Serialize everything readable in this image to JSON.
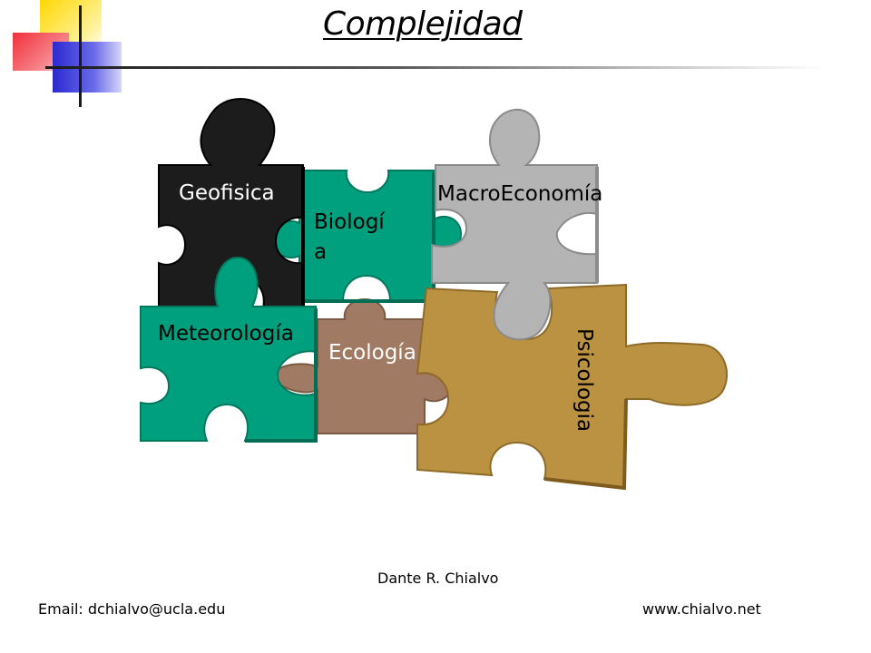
{
  "slide": {
    "title": "Complejidad",
    "pieces": {
      "geofisica": "Geofisica",
      "biologia_line1": "Biologí",
      "biologia_line2": "a",
      "macroeconomia": "MacroEconomía",
      "meteorologia": "Meteorología",
      "ecologia": "Ecología",
      "psicologia": "Psicologia"
    },
    "author": "Dante R.  Chialvo",
    "email": "Email: dchialvo@ucla.edu",
    "website": "www.chialvo.net"
  },
  "colors": {
    "black_piece": "#1c1c1c",
    "green_piece": "#00a07e",
    "gray_piece": "#b4b4b4",
    "brown_piece": "#a07a62",
    "tan_piece": "#bb9242"
  }
}
